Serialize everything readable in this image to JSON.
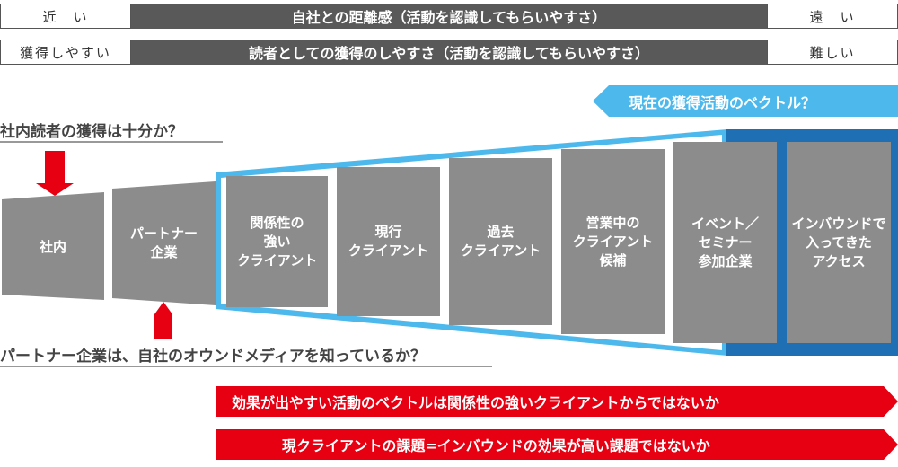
{
  "scale_distance": {
    "left": "近　い",
    "center": "自社との距離感（活動を認識してもらいやすさ）",
    "right": "遠　い"
  },
  "scale_acquisition": {
    "left": "獲得しやすい",
    "center": "読者としての獲得のしやすさ（活動を認識してもらいやすさ）",
    "right": "難しい"
  },
  "vector_banner": "現在の獲得活動のベクトル？",
  "question_internal": "社内読者の獲得は十分か？",
  "question_partner": "パートナー企業は、自社のオウンドメディアを知っているか？",
  "segments": [
    "社内",
    "パートナー\n企業",
    "関係性の\n強い\nクライアント",
    "現行\nクライアント",
    "過去\nクライアント",
    "営業中の\nクライアント\n候補",
    "イベント／\nセミナー\n参加企業",
    "インバウンドで\n入ってきた\nアクセス"
  ],
  "conclusions": [
    "効果が出やすい活動のベクトルは関係性の強いクライアントからではないか",
    "現クライアントの課題=インバウンドの効果が高い課題ではないか"
  ],
  "colors": {
    "gray_bar": "#595959",
    "segment_gray": "#8c8c8c",
    "light_blue": "#4db8ec",
    "dark_blue": "#1f6fb5",
    "red": "#e60012"
  }
}
